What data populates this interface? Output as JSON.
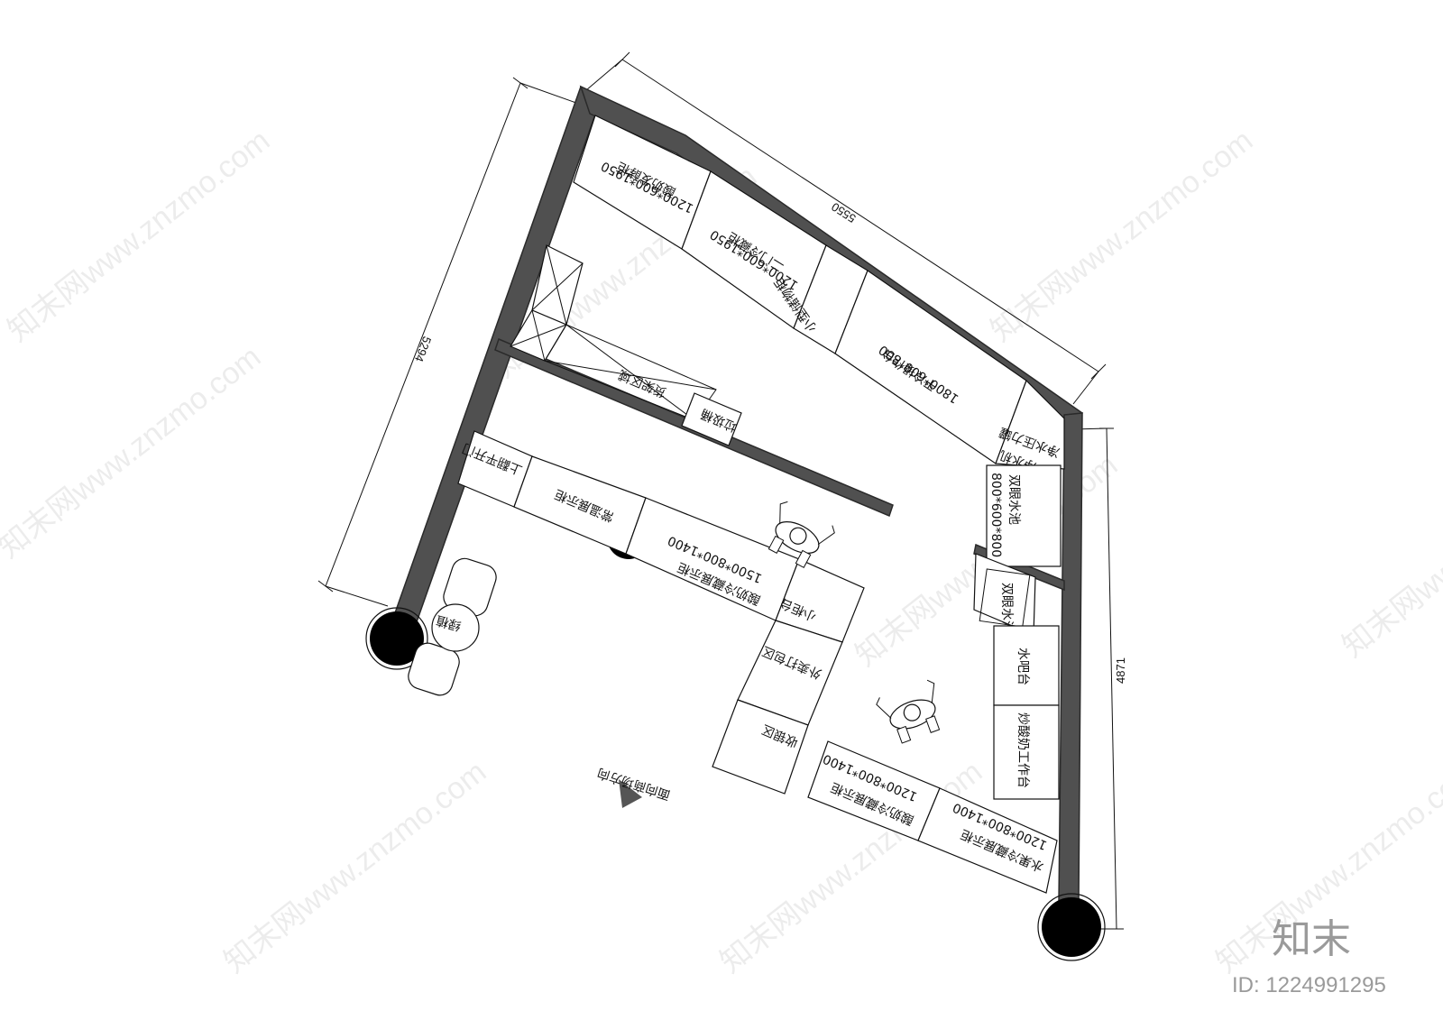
{
  "dimensions": {
    "top": "5550",
    "left": "5294",
    "right": "4871"
  },
  "labels": {
    "yogurt_fresh_cabinet": "酸奶发酵柜",
    "yogurt_fresh_size": "1200*600*1950",
    "two_door_fridge": "二门冷藏柜",
    "two_door_size": "1200*600*1950",
    "small_storage": "小型储物柜",
    "flat_cold_table": "平冷操作台",
    "flat_cold_size": "1800*600*800",
    "water_tank": "净水压力罐",
    "water_purifier": "净水机",
    "double_sink": "双眼水池",
    "double_sink_size": "800*600*800",
    "double_sink_small": "双眼水池",
    "water_bar": "水吧台",
    "stir_yogurt_bench": "炒酸奶工作台",
    "fruit_fridge": "水果冷藏展示柜",
    "fruit_fridge_size": "1200*800*1400",
    "yogurt_display_small": "酸奶冷藏展示柜",
    "yogurt_display_small_size": "1200*800*1400",
    "checkout": "收银区",
    "takeout": "外卖打包区",
    "small_counter": "小柜台",
    "yogurt_display_large": "酸奶冷藏展示柜",
    "yogurt_display_large_size": "1500*800*1400",
    "normal_display": "常温展示柜",
    "flip_door": "上翻平开门",
    "storage_area": "货架区域",
    "trash_bin": "垃圾桶",
    "plant": "绿植",
    "direction": "面向商场方向"
  },
  "watermark": "知末网www.znzmo.com",
  "brand": "知末",
  "id_text": "ID: 1224991295"
}
